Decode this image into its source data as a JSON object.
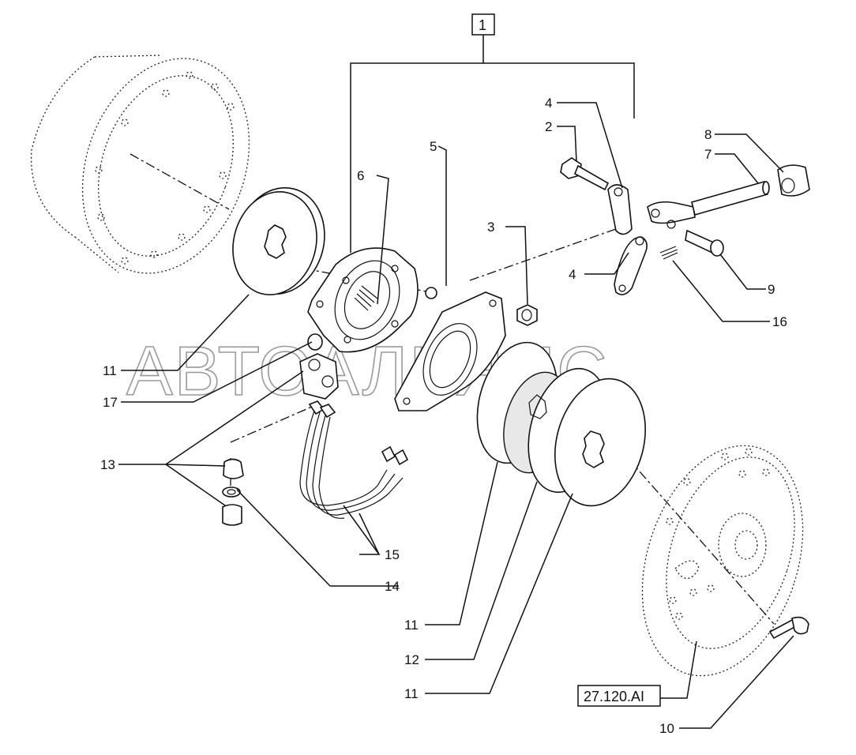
{
  "group_ref": "1",
  "watermark": "АВТОАЛЬЯНС",
  "reference_box": "27.120.AI",
  "callouts": {
    "c1": "1",
    "c2": "2",
    "c3": "3",
    "c4a": "4",
    "c4b": "4",
    "c5": "5",
    "c6": "6",
    "c7": "7",
    "c8": "8",
    "c9": "9",
    "c10": "10",
    "c11a": "11",
    "c11b": "11",
    "c11c": "11",
    "c12": "12",
    "c13": "13",
    "c14": "14",
    "c15": "15",
    "c16": "16",
    "c17": "17"
  }
}
